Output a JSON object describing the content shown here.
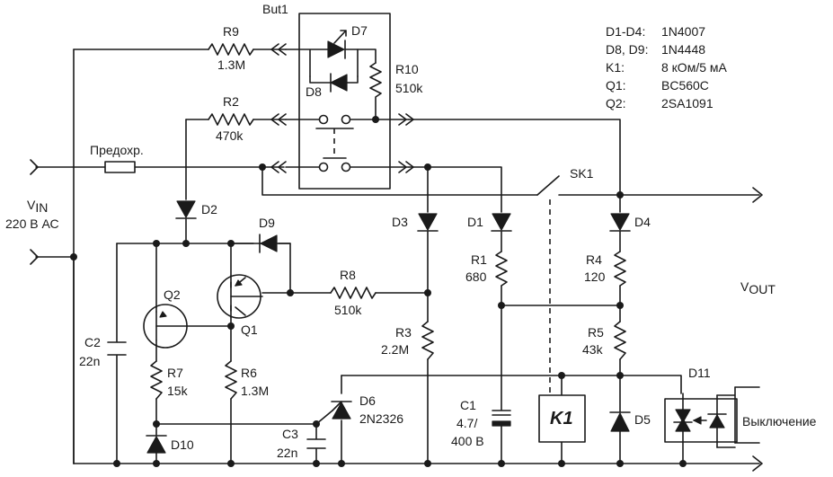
{
  "labels": {
    "but1": "But1",
    "r9_name": "R9",
    "r9_value": "1.3M",
    "r10_name": "R10",
    "r10_value": "510k",
    "r2_name": "R2",
    "r2_value": "470k",
    "d7": "D7",
    "d8": "D8",
    "fuse": "Предохр.",
    "sk1": "SK1",
    "vin_v": "V",
    "vin_sub": "IN",
    "vin_line2": "220 В АС",
    "d2": "D2",
    "d3": "D3",
    "d1": "D1",
    "d4": "D4",
    "d9": "D9",
    "q1": "Q1",
    "q2": "Q2",
    "r8_name": "R8",
    "r8_value": "510k",
    "r1_name": "R1",
    "r1_value": "680",
    "r4_name": "R4",
    "r4_value": "120",
    "r5_name": "R5",
    "r5_value": "43k",
    "r3_name": "R3",
    "r3_value": "2.2M",
    "c2_name": "C2",
    "c2_value": "22n",
    "r7_name": "R7",
    "r7_value": "15k",
    "r6_name": "R6",
    "r6_value": "1.3M",
    "d6_name": "D6",
    "d6_value": "2N2326",
    "c3_name": "C3",
    "c3_value": "22n",
    "c1_name": "C1",
    "c1_value1": "4.7/",
    "c1_value2": "400 В",
    "k1": "K1",
    "d5": "D5",
    "d10": "D10",
    "d11": "D11",
    "vout_v": "V",
    "vout_sub": "OUT",
    "off": "Выключение"
  },
  "parts_list": [
    {
      "ref": "D1-D4:",
      "value": "1N4007"
    },
    {
      "ref": "D8, D9:",
      "value": "1N4448"
    },
    {
      "ref": "K1:",
      "value": "8 кОм/5 мА"
    },
    {
      "ref": "Q1:",
      "value": "BC560C"
    },
    {
      "ref": "Q2:",
      "value": "2SA1091"
    }
  ]
}
